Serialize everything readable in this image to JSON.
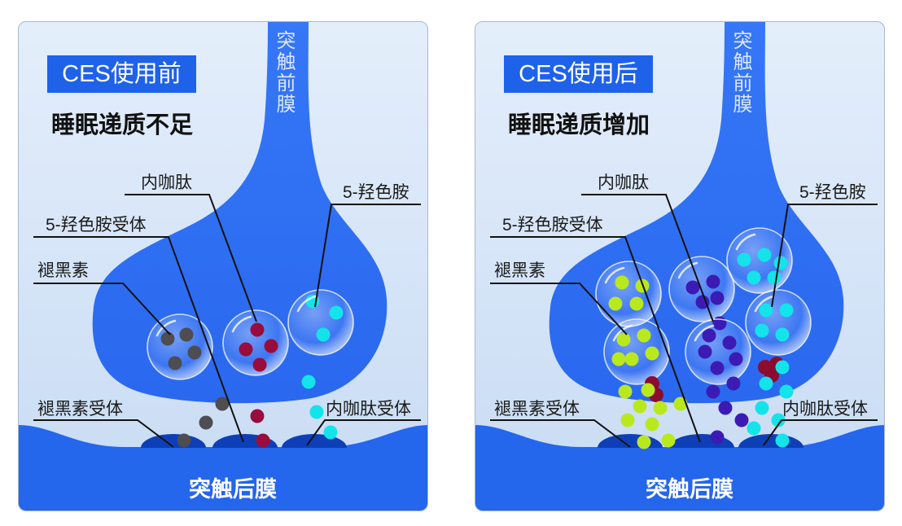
{
  "panels": [
    {
      "badge": "CES使用前",
      "title": "睡眠递质不足",
      "presynaptic": "突触前膜",
      "postsynaptic": "突触后膜",
      "labels": {
        "endorphin": "内咖肽",
        "serotonin_receptor": "5-羟色胺受体",
        "serotonin": "5-羟色胺",
        "melatonin": "褪黑素",
        "melatonin_receptor": "褪黑素受体",
        "endorphin_receptor": "内咖肽受体"
      },
      "colors": {
        "melatonin": "#4d4d52",
        "endorphin": "#9a0c3c",
        "serotonin": "#14e3ea"
      }
    },
    {
      "badge": "CES使用后",
      "title": "睡眠递质增加",
      "presynaptic": "突触前膜",
      "postsynaptic": "突触后膜",
      "labels": {
        "endorphin": "内咖肽",
        "serotonin_receptor": "5-羟色胺受体",
        "serotonin": "5-羟色胺",
        "melatonin": "褪黑素",
        "melatonin_receptor": "褪黑素受体",
        "endorphin_receptor": "内咖肽受体"
      },
      "colors": {
        "melatonin": "#b9e81f",
        "endorphin": "#3c1bb5",
        "serotonin": "#14e3ea",
        "particle": "#8c0c30"
      }
    }
  ],
  "colors": {
    "badge": "#1e62ea",
    "presynaptic": "#2a68ef",
    "postsynaptic": "#2466ec",
    "receptor": "#0e3fb6",
    "leader_line": "#111111"
  }
}
